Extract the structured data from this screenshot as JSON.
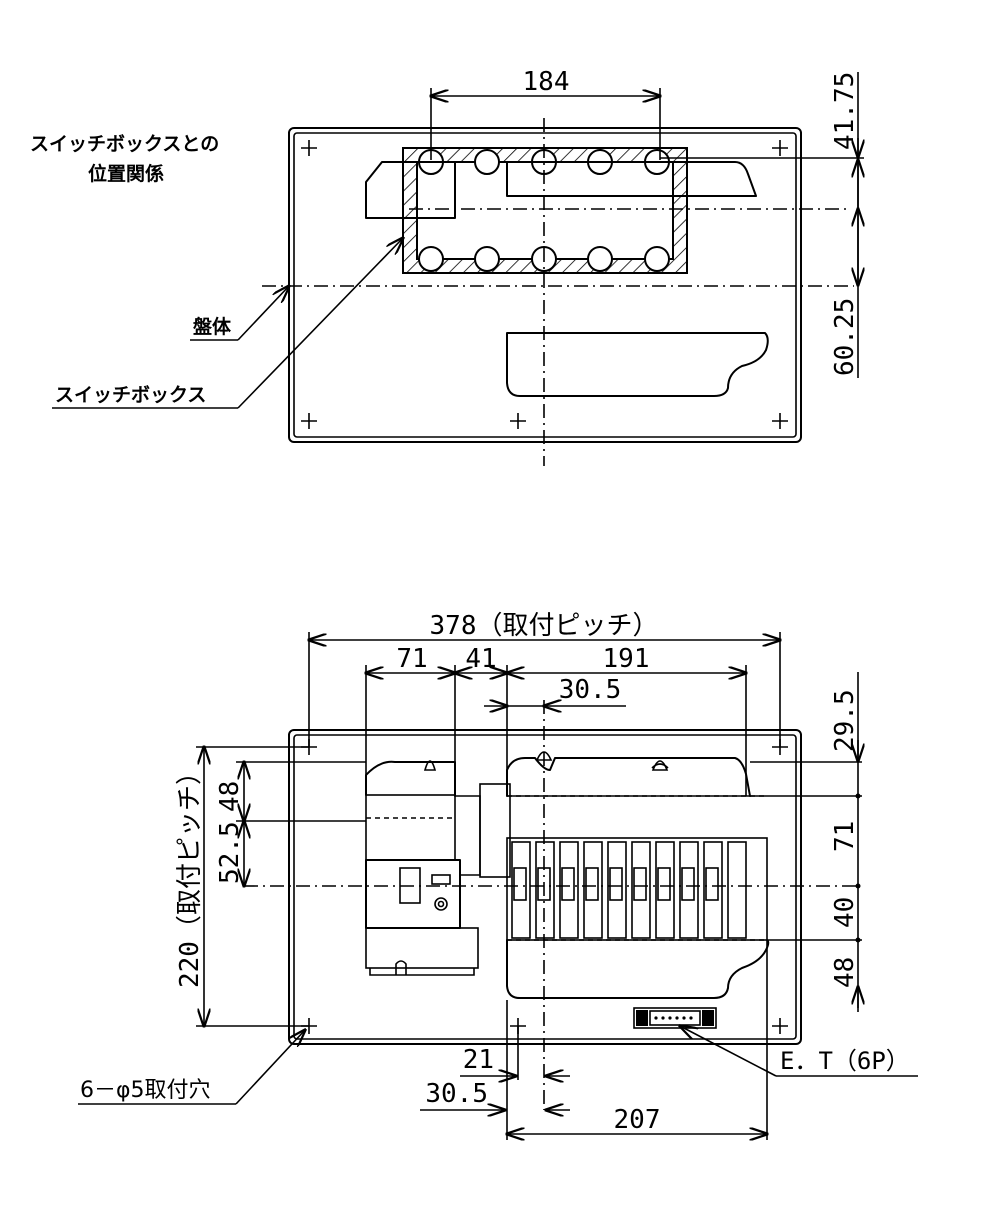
{
  "top_view": {
    "title_line1": "スイッチボックスとの",
    "title_line2": "位置関係",
    "label_panel": "盤体",
    "label_switchbox": "スイッチボックス",
    "dim_width": "184",
    "dim_top": "41.75",
    "dim_bottom": "60.25"
  },
  "front_view": {
    "dim_pitch_w": "378（取付ピッチ）",
    "dim_71": "71",
    "dim_41": "41",
    "dim_191": "191",
    "dim_30_5_top": "30.5",
    "dim_pitch_h": "220（取付ピッチ）",
    "dim_48_left": "48",
    "dim_52_5": "52.5",
    "dim_29_5": "29.5",
    "dim_71_right": "71",
    "dim_40": "40",
    "dim_48_right": "48",
    "dim_21": "21",
    "dim_30_5_bottom": "30.5",
    "dim_207": "207",
    "label_holes": "6－φ5取付穴",
    "label_et": "E．T（6P）"
  }
}
